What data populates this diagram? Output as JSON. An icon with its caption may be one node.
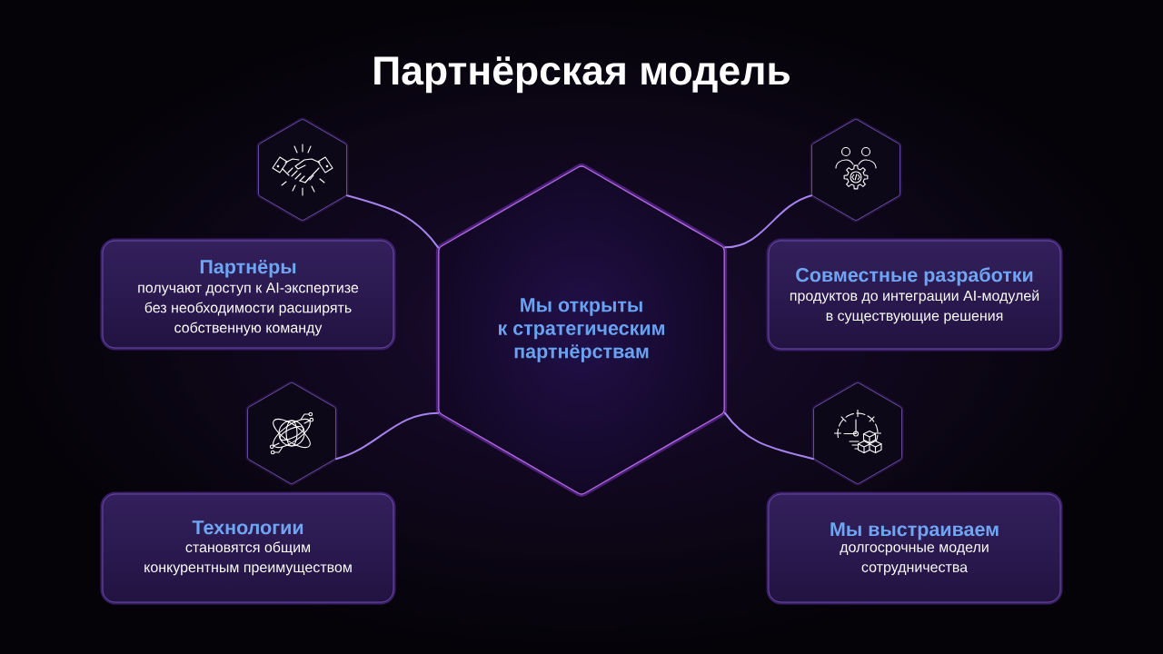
{
  "diagram": {
    "title": "Партнёрская модель",
    "nodes": [
      {
        "text": [],
        "shape": "hexagon"
      },
      {
        "text": [],
        "shape": "hexagon"
      },
      {
        "text": [
          "Партнёры",
          "получают доступ к AI-экспертизе без необходимости расширять собственную команду"
        ]
      },
      {
        "text": [
          "Мы открыты к стратегическим партнёрствам"
        ]
      },
      {
        "text": [
          "Совместные разработки",
          "продуктов до интеграции AI-модулей в существующие решения"
        ]
      },
      {
        "text": [],
        "shape": "hexagon"
      },
      {
        "text": [],
        "shape": "hexagon"
      },
      {
        "text": [
          "Технологии",
          "становятся общим конкурентным преимуществом"
        ]
      },
      {
        "text": [
          "Мы выстраиваем",
          "долгосрочные модели сотрудничества"
        ]
      }
    ],
    "edges": [
      {
        "from": 3,
        "to": 0,
        "arrow": "none"
      },
      {
        "from": 3,
        "to": 1,
        "arrow": "none"
      },
      {
        "from": 3,
        "to": 5,
        "arrow": "none"
      },
      {
        "from": 3,
        "to": 6,
        "arrow": "none"
      }
    ]
  }
}
